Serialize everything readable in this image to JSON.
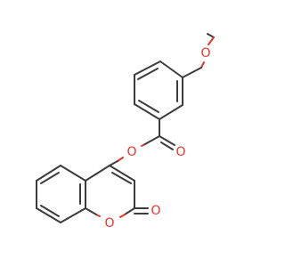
{
  "molecule": {
    "atom_labels": {
      "o_methoxy": "O",
      "o_ester_single": "O",
      "o_ester_carbonyl": "O",
      "o_ring": "O",
      "o_lactone_carbonyl": "O"
    },
    "colors": {
      "bond": "#3c3c3c",
      "oxygen": "#e8322b",
      "background": "#ffffff"
    }
  }
}
